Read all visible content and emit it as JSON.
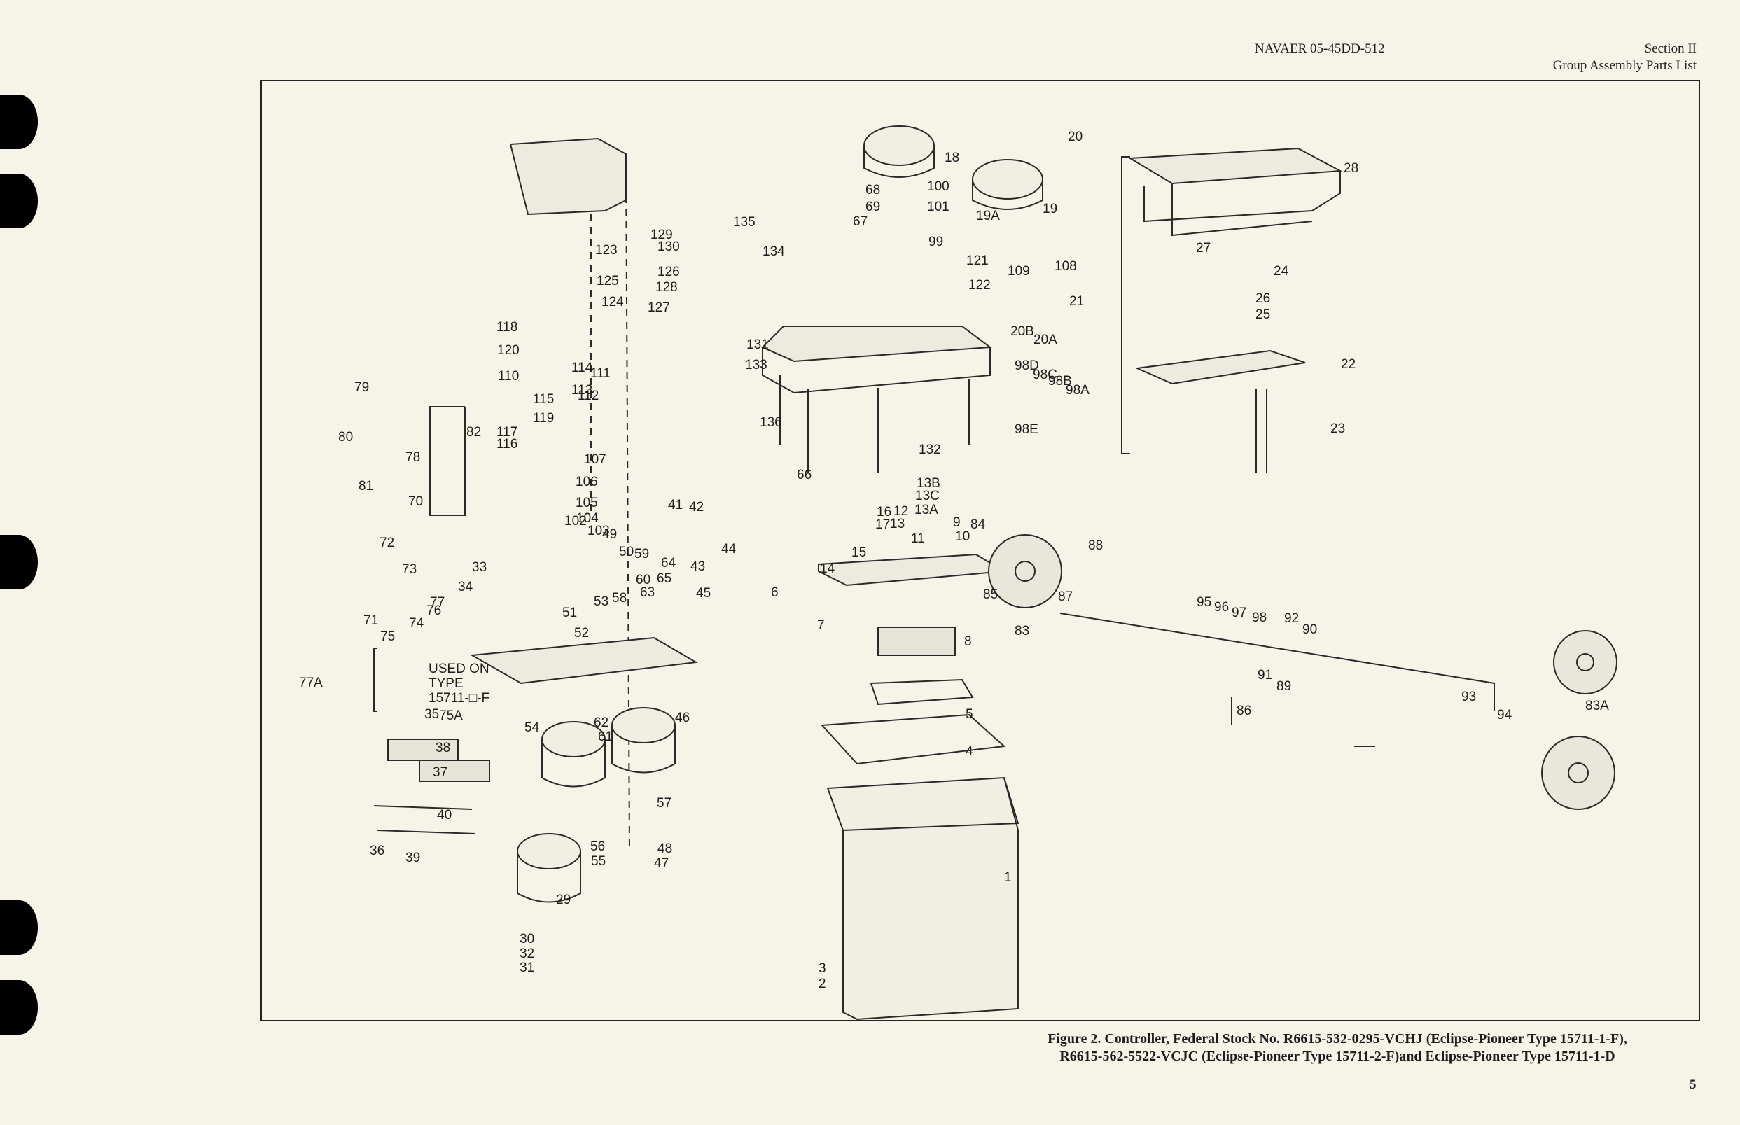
{
  "header": {
    "doc_number": "NAVAER 05-45DD-512",
    "section": "Section II",
    "section_title": "Group Assembly Parts List"
  },
  "figure": {
    "caption_line1": "Figure 2.  Controller,  Federal Stock No.  R6615-532-0295-VCHJ (Eclipse-Pioneer Type 15711-1-F),",
    "caption_line2": "R6615-562-5522-VCJC (Eclipse-Pioneer Type 15711-2-F)and Eclipse-Pioneer Type 15711-1-D",
    "note_used_on_1": "USED ON",
    "note_used_on_2": "TYPE",
    "note_used_on_3": "15711-□-F",
    "callouts": [
      "1",
      "2",
      "3",
      "4",
      "5",
      "6",
      "7",
      "8",
      "9",
      "10",
      "11",
      "12",
      "13",
      "13A",
      "13B",
      "13C",
      "14",
      "15",
      "16",
      "17",
      "18",
      "19",
      "19A",
      "20",
      "20A",
      "20B",
      "21",
      "22",
      "23",
      "24",
      "25",
      "26",
      "27",
      "28",
      "29",
      "30",
      "31",
      "32",
      "33",
      "34",
      "35",
      "36",
      "37",
      "38",
      "39",
      "40",
      "41",
      "42",
      "43",
      "44",
      "45",
      "46",
      "47",
      "48",
      "49",
      "50",
      "51",
      "52",
      "53",
      "54",
      "55",
      "56",
      "57",
      "58",
      "59",
      "60",
      "61",
      "62",
      "63",
      "64",
      "65",
      "66",
      "67",
      "68",
      "69",
      "70",
      "71",
      "72",
      "73",
      "74",
      "75",
      "75A",
      "76",
      "77",
      "77A",
      "78",
      "79",
      "80",
      "81",
      "82",
      "83",
      "83A",
      "84",
      "85",
      "86",
      "87",
      "88",
      "89",
      "90",
      "91",
      "92",
      "93",
      "94",
      "95",
      "96",
      "97",
      "98",
      "98A",
      "98B",
      "98C",
      "98D",
      "98E",
      "99",
      "100",
      "101",
      "102",
      "103",
      "104",
      "105",
      "106",
      "107",
      "108",
      "109",
      "110",
      "111",
      "112",
      "113",
      "114",
      "115",
      "116",
      "117",
      "118",
      "119",
      "120",
      "121",
      "122",
      "123",
      "124",
      "125",
      "126",
      "127",
      "128",
      "129",
      "130",
      "131",
      "132",
      "133",
      "134",
      "135",
      "136"
    ]
  },
  "page_number": "5"
}
